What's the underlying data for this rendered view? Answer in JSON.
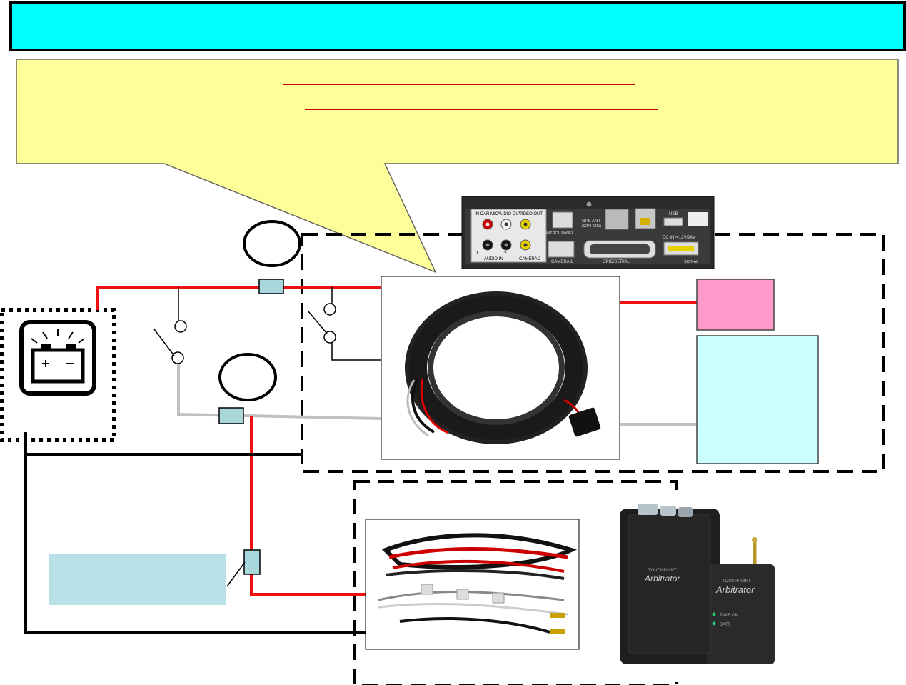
{
  "title_bar": {
    "text": "",
    "color": "#00ffff"
  },
  "callout": {
    "lines": [],
    "color": "#ffff99",
    "underline_color": "#cc0000"
  },
  "labels": {
    "top_circle": "",
    "middle_circle": "",
    "pink_box": "",
    "cyan_box": "",
    "lightblue_box": ""
  },
  "panel_labels": {
    "in_car_mic": "IN CAR MIC",
    "audio_out": "AUDIO OUT",
    "video_out": "VIDEO OUT",
    "audio_in": "AUDIO IN",
    "camera_2": "CAMERA 2",
    "control_panel": "CONTROL PANEL",
    "camera_1": "CAMERA 1",
    "gps_ant": "GPS ANT",
    "option": "(OPTION)",
    "usb": "USB",
    "dc_in": "DC IN ⎓12V/24V",
    "gpio_serial": "GPIO/SERIAL",
    "signal": "SIGNAL",
    "num_1": "1",
    "num_2": "2"
  },
  "device_labels": {
    "brand_small": "TOUCHPOINT",
    "brand_large": "Arbitrator",
    "led_1": "TAKE ON",
    "led_2": "BATT"
  },
  "colors": {
    "wire_red": "#ee1111",
    "wire_gray": "#c0c0c0",
    "wire_black": "#000000",
    "fuse": "#a8d8dc",
    "pink_box": "#ff99cc",
    "cyan_box": "#ccffff",
    "lightblue_box": "#b7e1e6"
  }
}
